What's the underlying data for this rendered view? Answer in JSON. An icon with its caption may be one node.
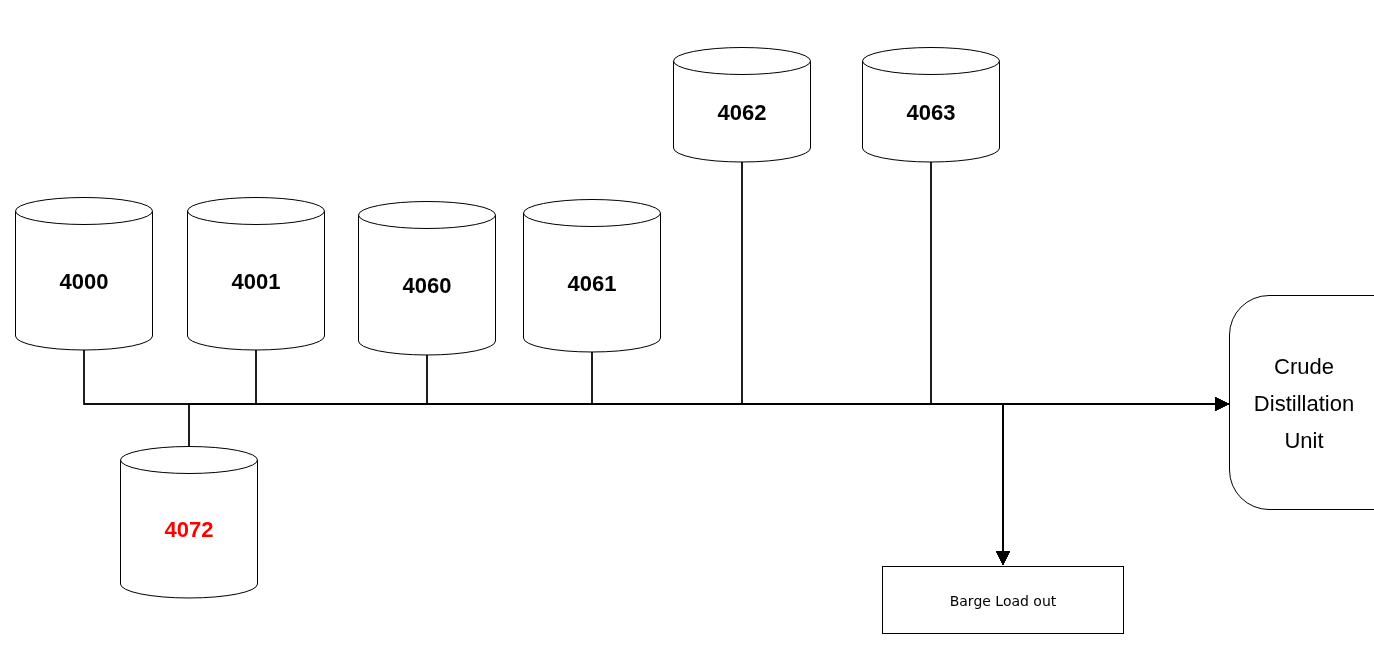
{
  "diagram": {
    "nodes": [
      {
        "text": [
          "4000"
        ]
      },
      {
        "text": [
          "4001"
        ]
      },
      {
        "text": [
          "4060"
        ]
      },
      {
        "text": [
          "4061"
        ]
      },
      {
        "text": [
          "4062"
        ]
      },
      {
        "text": [
          "4063"
        ]
      },
      {
        "text": [
          "4072"
        ]
      },
      {
        "text": [
          "Crude Distillation Unit"
        ]
      },
      {
        "text": [
          "Barge Load out"
        ]
      }
    ],
    "edges": [
      {
        "from": 0,
        "to": 7,
        "arrow": "to"
      },
      {
        "from": 1,
        "to": 7,
        "arrow": "to"
      },
      {
        "from": 2,
        "to": 7,
        "arrow": "to"
      },
      {
        "from": 3,
        "to": 7,
        "arrow": "to"
      },
      {
        "from": 4,
        "to": 7,
        "arrow": "to"
      },
      {
        "from": 5,
        "to": 7,
        "arrow": "to"
      },
      {
        "from": 6,
        "to": 7,
        "arrow": "to"
      },
      {
        "from": 0,
        "to": 8,
        "arrow": "to"
      },
      {
        "from": 1,
        "to": 8,
        "arrow": "to"
      },
      {
        "from": 2,
        "to": 8,
        "arrow": "to"
      },
      {
        "from": 3,
        "to": 8,
        "arrow": "to"
      },
      {
        "from": 4,
        "to": 8,
        "arrow": "to"
      },
      {
        "from": 5,
        "to": 8,
        "arrow": "to"
      },
      {
        "from": 6,
        "to": 8,
        "arrow": "to"
      }
    ]
  }
}
